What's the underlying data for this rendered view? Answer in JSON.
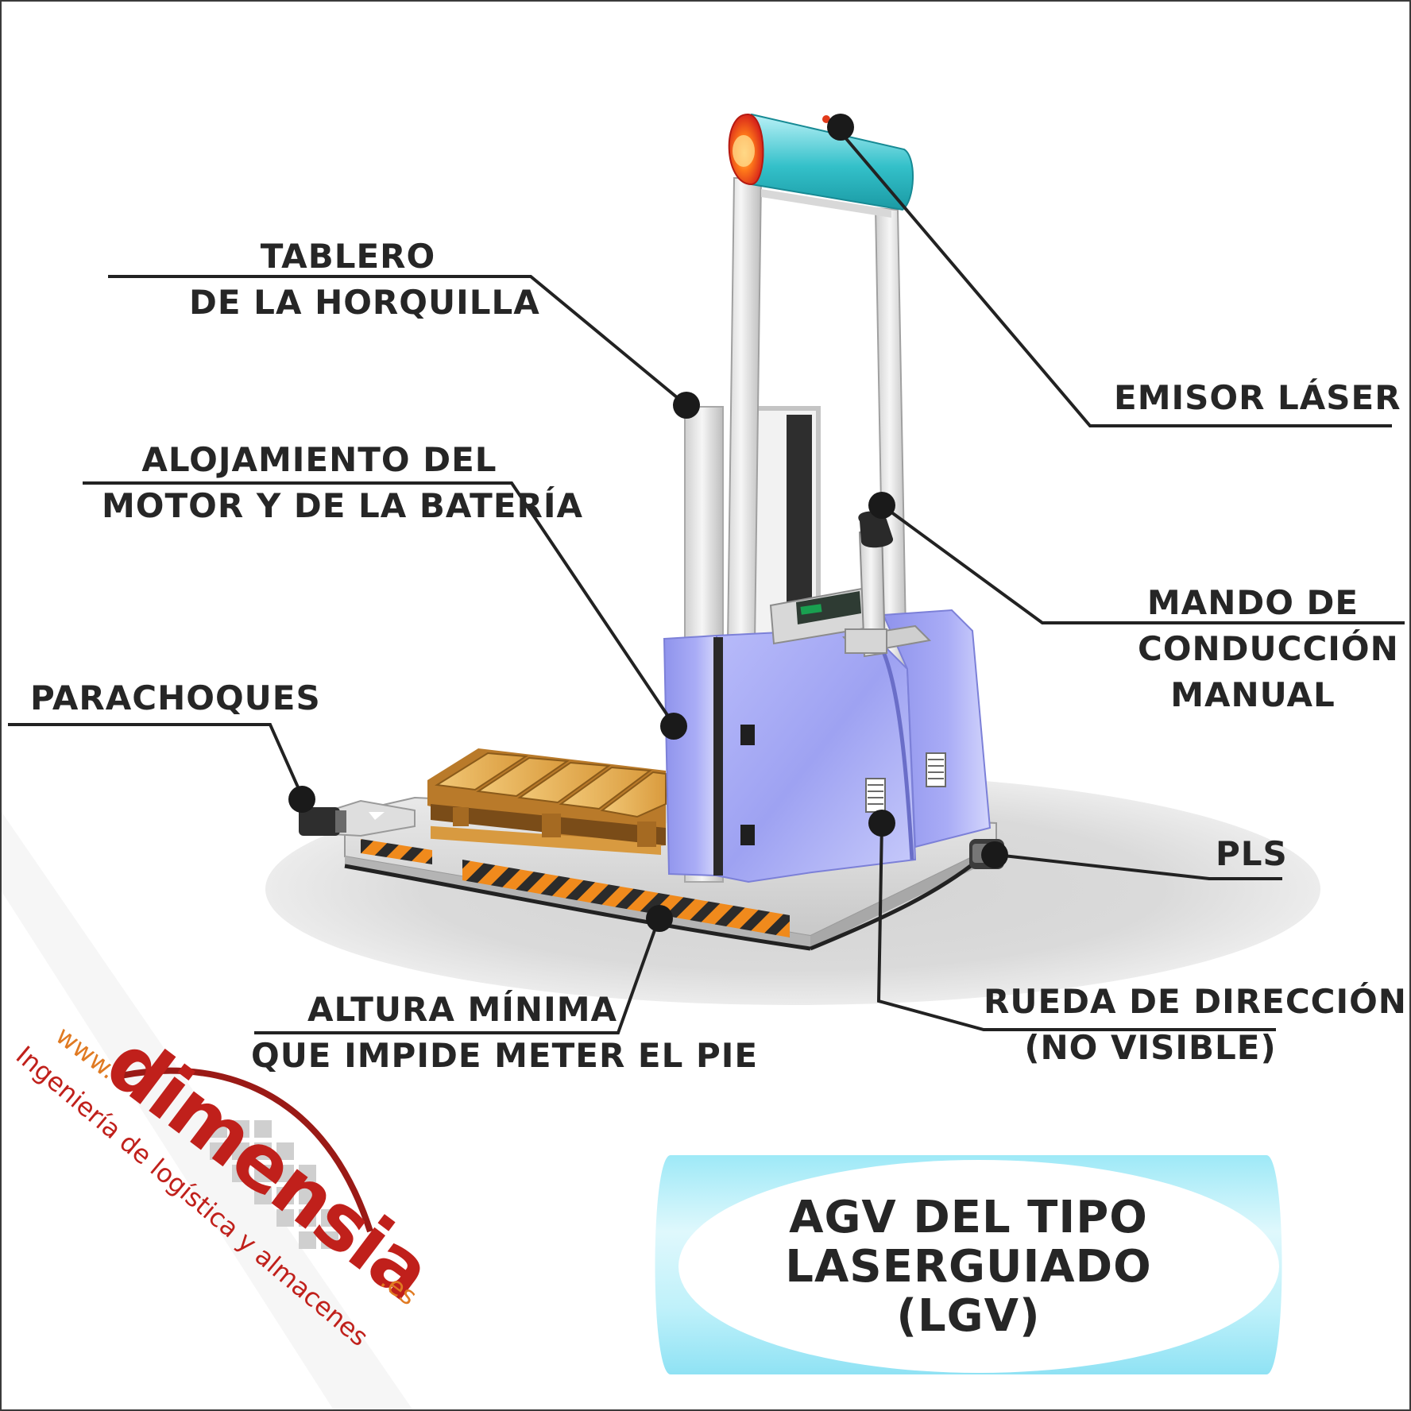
{
  "labels": {
    "tablero": [
      "TABLERO",
      "DE LA HORQUILLA"
    ],
    "alojamiento": [
      "ALOJAMIENTO DEL",
      "MOTOR Y DE LA BATERÍA"
    ],
    "parachoques": [
      "PARACHOQUES"
    ],
    "altura": [
      "ALTURA MÍNIMA",
      "QUE IMPIDE METER EL PIE"
    ],
    "emisor": [
      "EMISOR LÁSER"
    ],
    "mando": [
      "MANDO DE",
      "CONDUCCIÓN",
      "MANUAL"
    ],
    "pls": [
      "PLS"
    ],
    "rueda": [
      "RUEDA DE DIRECCIÓN",
      "(NO VISIBLE)"
    ]
  },
  "title": [
    "AGV DEL TIPO",
    "LASERGUIADO",
    "(LGV)"
  ],
  "logo": {
    "www": "www.",
    "brand": "dimensia",
    "tld": ".es",
    "tagline": "Ingeniería de logística y almacenes"
  },
  "colors": {
    "label_text": "#262626",
    "leader_line": "#222222",
    "body_lilac": "#9fa3f5",
    "hazard_orange": "#f08a1c",
    "logo_red": "#c0201b",
    "logo_orange": "#e07a22",
    "title_cyan": "#9ee9f7"
  }
}
